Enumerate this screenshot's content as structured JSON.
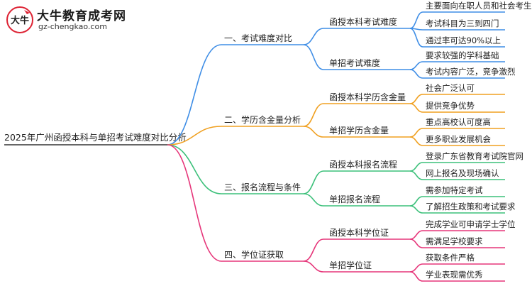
{
  "logo": {
    "badge_text": "大牛",
    "title": "大牛教育成考网",
    "url": "gz-chengkao.com"
  },
  "root": {
    "label": "2025年广州函授本科与单招考试难度对比分析",
    "branches": [
      {
        "label": "一、考试难度对比",
        "color": "#3f8ee6",
        "children": [
          {
            "label": "函授本科考试难度",
            "leaves": [
              "主要面向在职人员和社会考生",
              "考试科目为三到四门",
              "通过率可达90%以上"
            ]
          },
          {
            "label": "单招考试难度",
            "leaves": [
              "要求较强的学科基础",
              "考试内容广泛，竞争激烈"
            ]
          }
        ]
      },
      {
        "label": "二、学历含金量分析",
        "color": "#f0a020",
        "children": [
          {
            "label": "函授本科学历含金量",
            "leaves": [
              "社会广泛认可",
              "提供竞争优势"
            ]
          },
          {
            "label": "单招学历含金量",
            "leaves": [
              "重点高校认可度高",
              "更多职业发展机会"
            ]
          }
        ]
      },
      {
        "label": "三、报名流程与条件",
        "color": "#3cc07a",
        "children": [
          {
            "label": "函授本科报名流程",
            "leaves": [
              "登录广东省教育考试院官网",
              "网上报名及现场确认"
            ]
          },
          {
            "label": "单招报名流程",
            "leaves": [
              "需参加特定考试",
              "了解招生政策和考试要求"
            ]
          }
        ]
      },
      {
        "label": "四、学位证获取",
        "color": "#e6367a",
        "children": [
          {
            "label": "函授本科学位证",
            "leaves": [
              "完成学业可申请学士学位",
              "需满足学校要求"
            ]
          },
          {
            "label": "单招学位证",
            "leaves": [
              "获取条件严格",
              "学业表现需优秀"
            ]
          }
        ]
      }
    ]
  }
}
